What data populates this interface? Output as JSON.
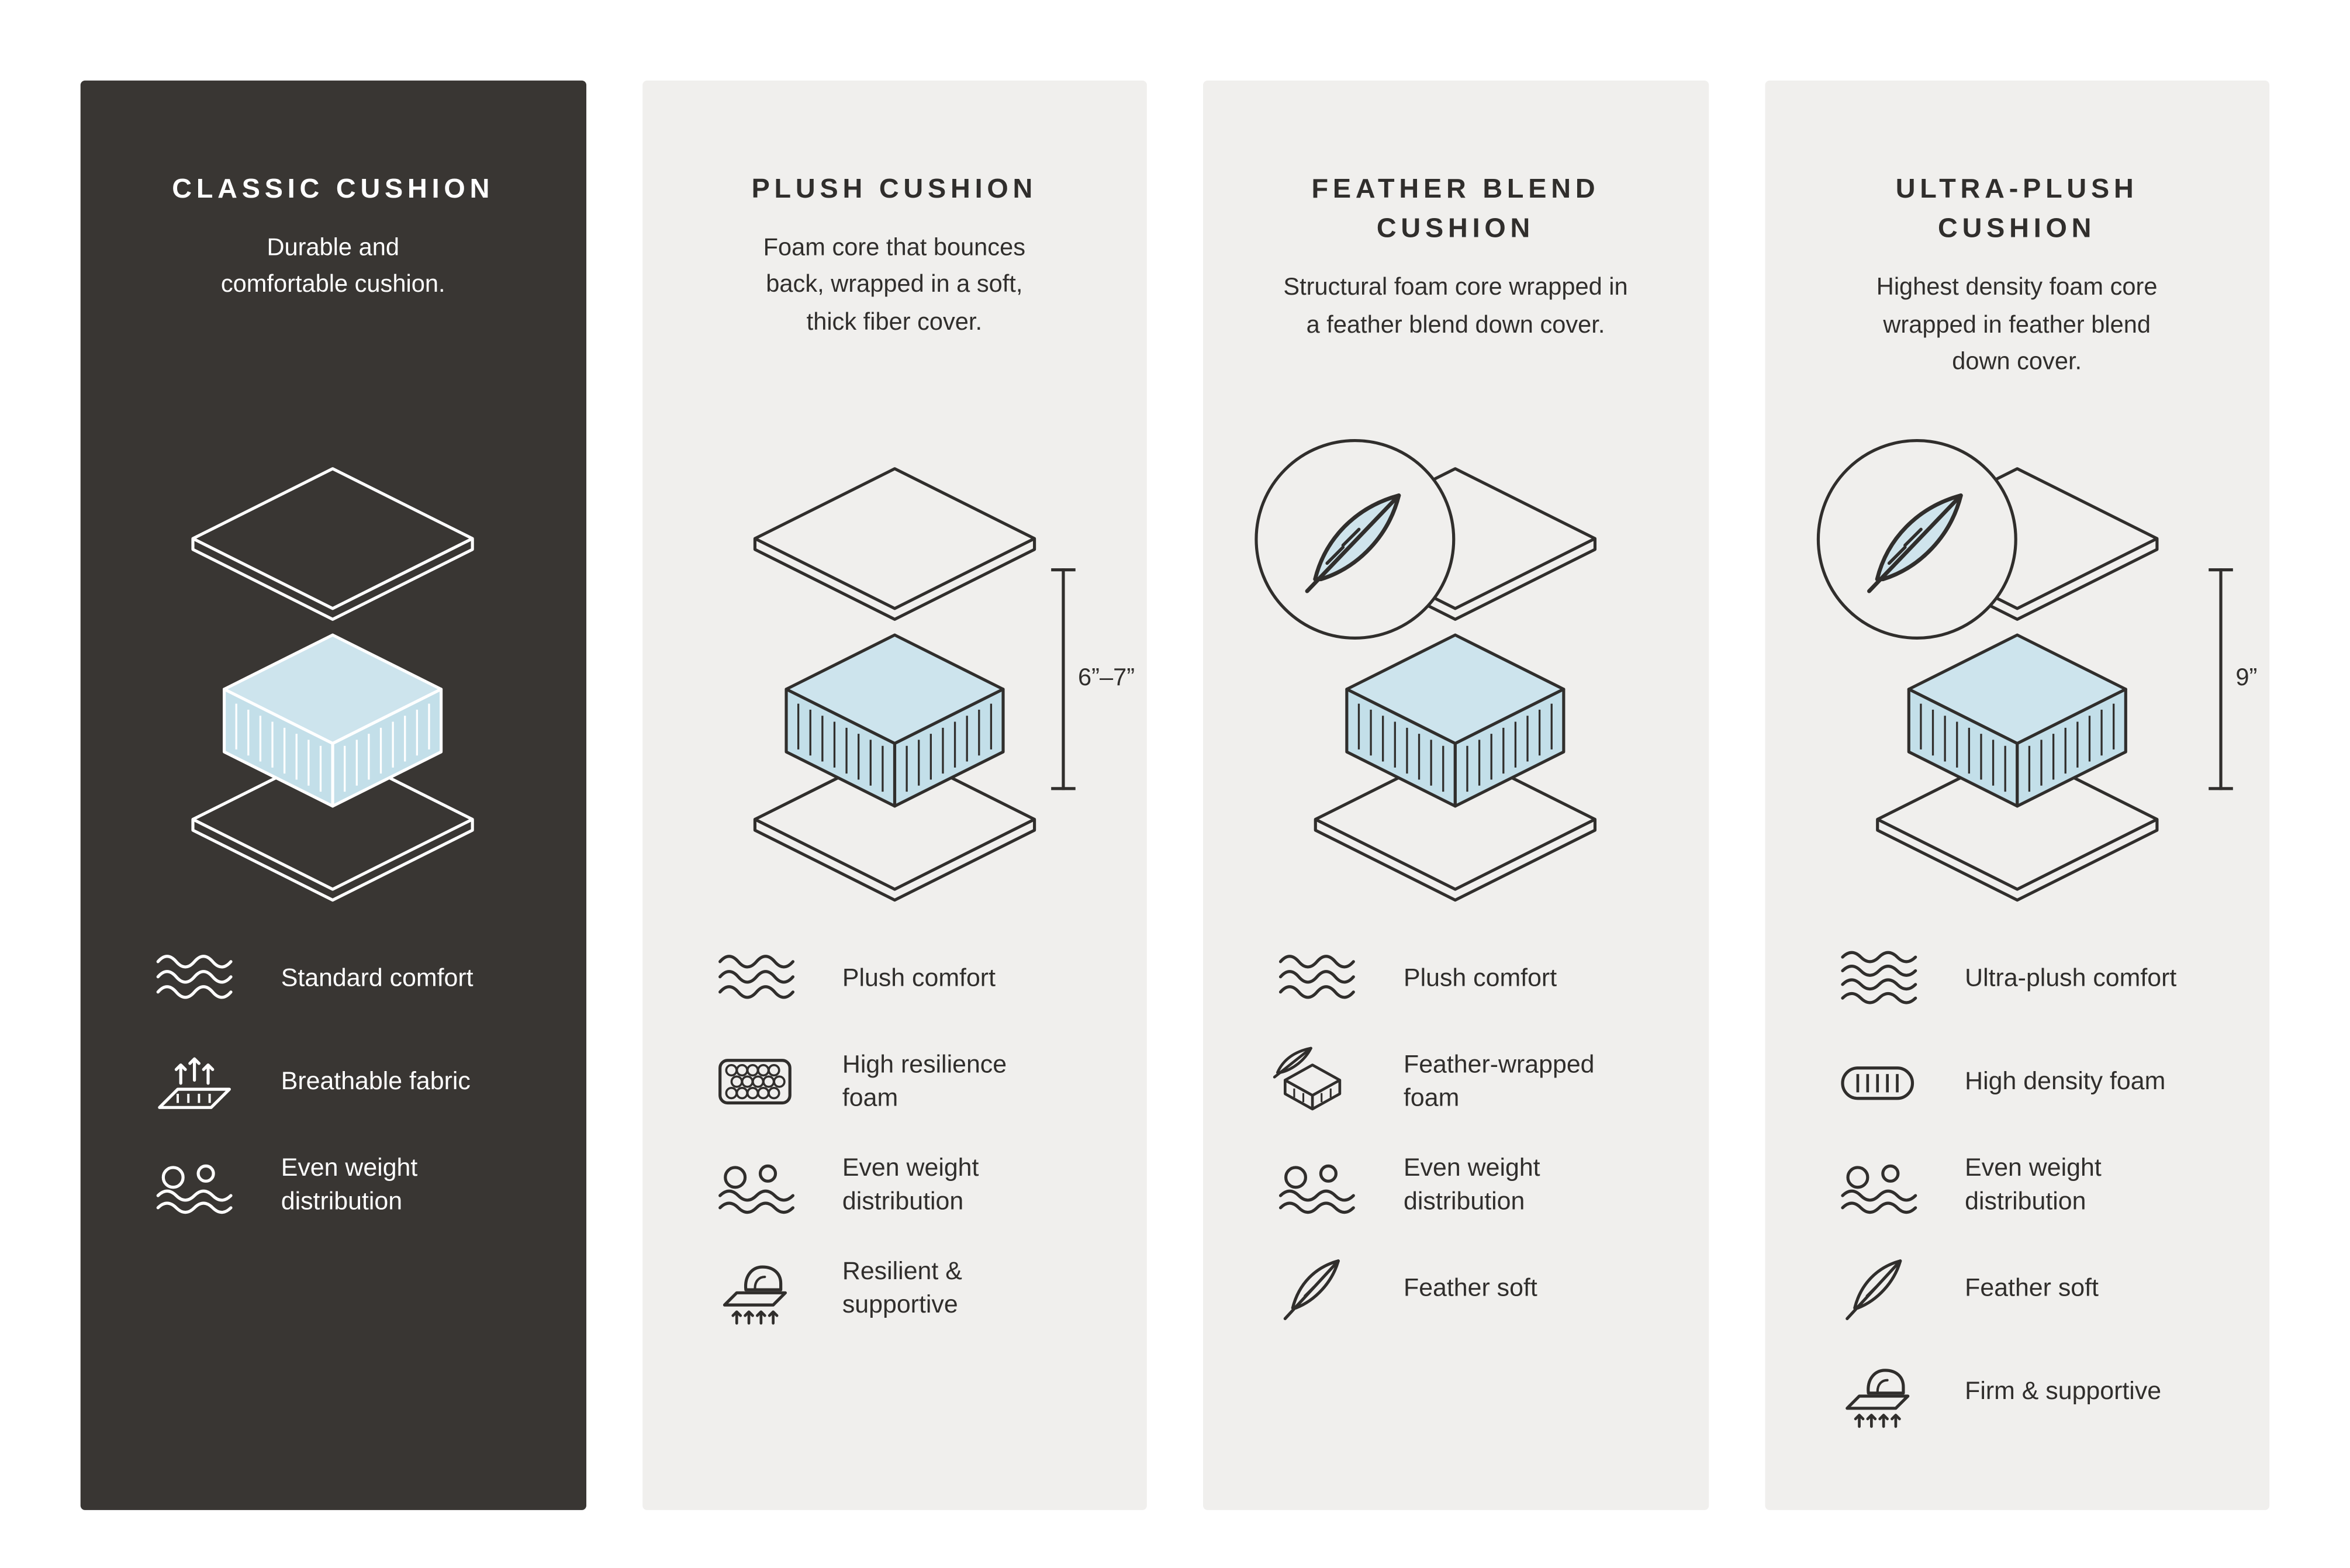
{
  "page": {
    "background": "#ffffff"
  },
  "colors": {
    "dark_panel_bg": "#393633",
    "light_panel_bg": "#f0efed",
    "foam_blue_top": "#cde4ed",
    "foam_blue_side": "#c3dfe9",
    "outline_on_light": "#302e2c",
    "outline_on_dark": "#ffffff"
  },
  "panels": [
    {
      "name": "classic-cushion",
      "theme": "dark",
      "title": "CLASSIC CUSHION",
      "description": "Durable and\ncomfortable cushion.",
      "features": [
        {
          "icon": "waves-icon",
          "label": "Standard comfort"
        },
        {
          "icon": "breathable-fabric-icon",
          "label": "Breathable fabric"
        },
        {
          "icon": "even-weight-icon",
          "label": "Even weight\ndistribution"
        }
      ]
    },
    {
      "name": "plush-cushion",
      "theme": "light",
      "title": "PLUSH CUSHION",
      "description": "Foam core that bounces\nback, wrapped in a soft,\nthick fiber cover.",
      "dimension": "6”–7”",
      "features": [
        {
          "icon": "waves-icon",
          "label": "Plush comfort"
        },
        {
          "icon": "resilience-foam-icon",
          "label": "High resilience\nfoam"
        },
        {
          "icon": "even-weight-icon",
          "label": "Even weight\ndistribution"
        },
        {
          "icon": "hand-pressing-icon",
          "label": "Resilient &\nsupportive"
        }
      ]
    },
    {
      "name": "feather-blend-cushion",
      "theme": "light",
      "title": "FEATHER BLEND\nCUSHION",
      "description": "Structural foam core wrapped in\na feather blend down cover.",
      "features": [
        {
          "icon": "waves-icon",
          "label": "Plush comfort"
        },
        {
          "icon": "feather-foam-icon",
          "label": "Feather-wrapped\nfoam"
        },
        {
          "icon": "even-weight-icon",
          "label": "Even weight\ndistribution"
        },
        {
          "icon": "feather-icon",
          "label": "Feather soft"
        }
      ]
    },
    {
      "name": "ultra-plush-cushion",
      "theme": "light",
      "title": "ULTRA-PLUSH\nCUSHION",
      "description": "Highest density foam core\nwrapped in feather blend\ndown cover.",
      "dimension": "9”",
      "features": [
        {
          "icon": "waves-dense-icon",
          "label": "Ultra-plush comfort"
        },
        {
          "icon": "density-foam-icon",
          "label": "High density foam"
        },
        {
          "icon": "even-weight-icon",
          "label": "Even weight\ndistribution"
        },
        {
          "icon": "feather-icon",
          "label": "Feather soft"
        },
        {
          "icon": "hand-pressing-icon",
          "label": "Firm & supportive"
        }
      ]
    }
  ]
}
